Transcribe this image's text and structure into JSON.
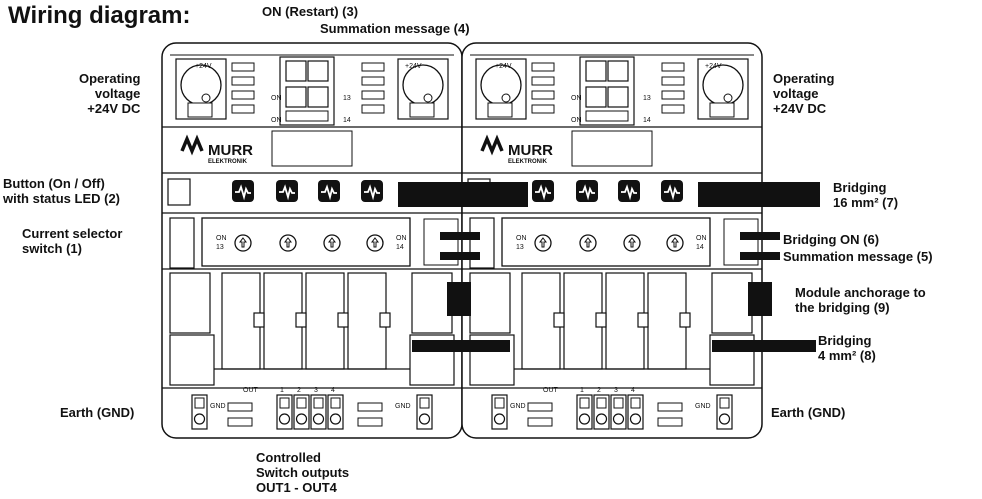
{
  "title": "Wiring diagram:",
  "labels": {
    "on_restart": "ON (Restart) (3)",
    "summation_top": "Summation message (4)",
    "op_voltage_left": [
      "Operating",
      "voltage",
      "+24V DC"
    ],
    "op_voltage_right": [
      "Operating",
      "voltage",
      "+24V DC"
    ],
    "button": [
      "Button (On / Off)",
      "with status LED (2)"
    ],
    "current_selector": [
      "Current selector",
      "switch  (1)"
    ],
    "earth_left": "Earth (GND)",
    "earth_right": "Earth (GND)",
    "bridging16": [
      "Bridging",
      "16 mm² (7)"
    ],
    "bridging_on": "Bridging  ON (6)",
    "summation_right": "Summation message (5)",
    "anchorage": [
      "Module anchorage to",
      "the bridging (9)"
    ],
    "bridging4": [
      "Bridging",
      "4 mm² (8)"
    ],
    "outputs": [
      "Controlled",
      "Switch outputs",
      "OUT1  -  OUT4"
    ]
  },
  "module": {
    "brand": "MURR",
    "brand_sub": "ELEKTRONIK",
    "v24": "+24V",
    "on": "ON",
    "t13": "13",
    "t14": "14",
    "out": "OUT",
    "gnd": "GND",
    "ch": [
      "1",
      "2",
      "3",
      "4"
    ]
  }
}
